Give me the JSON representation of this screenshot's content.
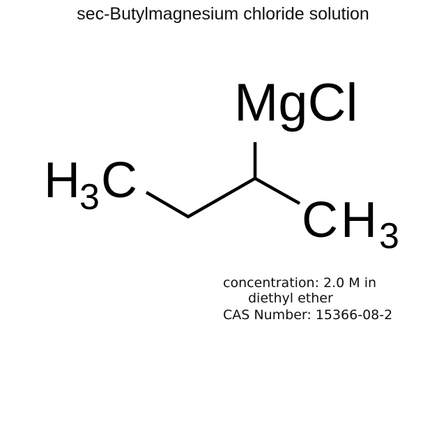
{
  "title": "sec-Butylmagnesium chloride solution",
  "structure": {
    "labels": {
      "mgcl": "MgCl",
      "left_methyl_h": "H",
      "left_methyl_sub": "3",
      "left_methyl_c": "C",
      "right_methyl_c": "C",
      "right_methyl_h": "H",
      "right_methyl_sub": "3"
    },
    "bond_color": "#000000"
  },
  "info": {
    "concentration_line1": "concentration: 2.0 M in",
    "concentration_line2": "diethyl ether",
    "cas": "CAS Number: 15366-08-2"
  }
}
